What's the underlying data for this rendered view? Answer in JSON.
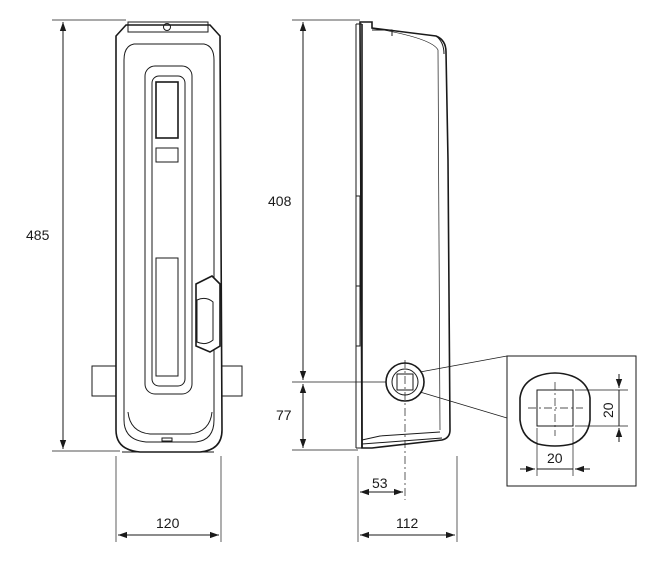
{
  "dimensions": {
    "front_height": "485",
    "front_width": "120",
    "side_upper_height": "408",
    "side_lower_height": "77",
    "side_depth": "112",
    "shaft_offset": "53",
    "detail_shaft_height": "20",
    "detail_shaft_width": "20"
  },
  "colors": {
    "line": "#1a1a1a",
    "background": "#ffffff"
  }
}
